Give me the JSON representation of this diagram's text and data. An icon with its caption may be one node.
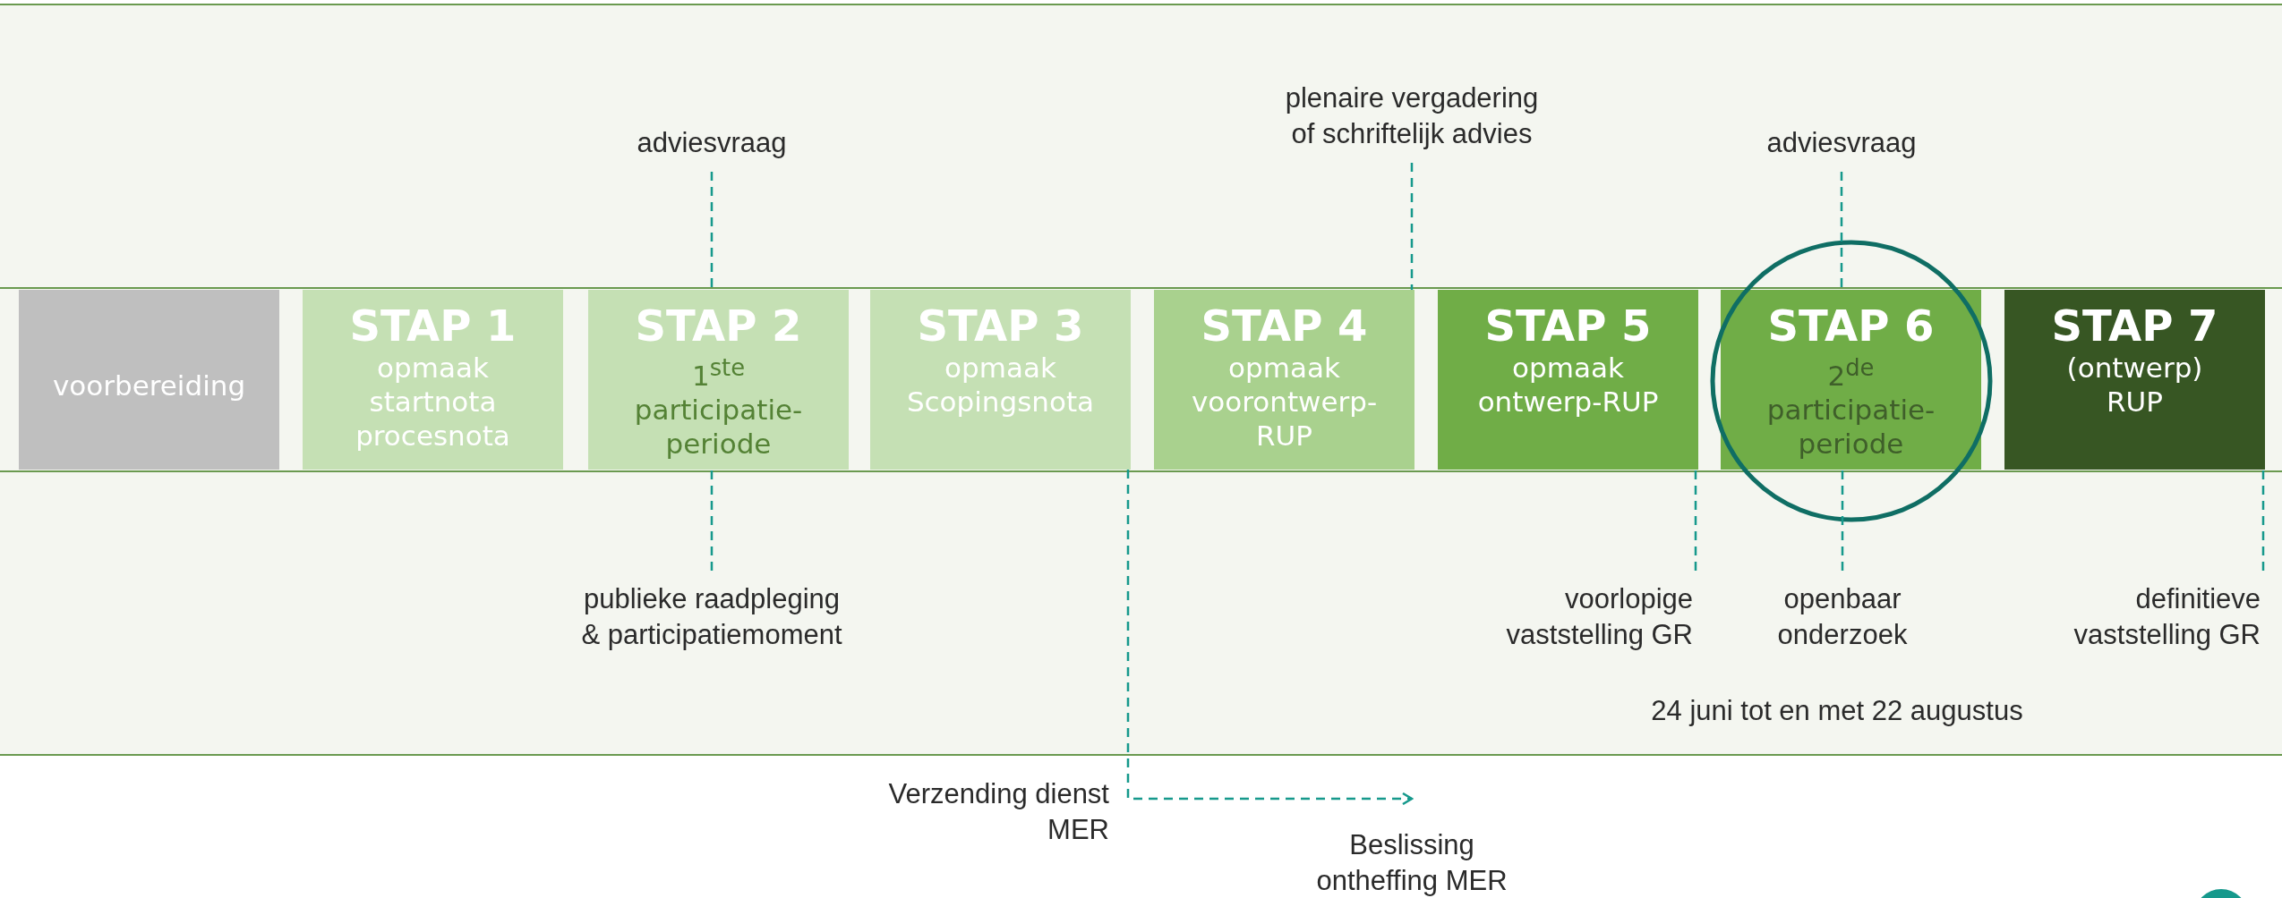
{
  "diagram": {
    "nodes": [
      {
        "text": [
          "voorbereiding"
        ]
      },
      {
        "text": [
          "STAP 1",
          "opmaak startnota procesnota"
        ]
      },
      {
        "text": [
          "STAP 2",
          "1$^{ste}$ participatie- periode"
        ]
      },
      {
        "text": [
          "STAP 3",
          "opmaak Scopingsnota"
        ]
      },
      {
        "text": [
          "STAP 4",
          "opmaak voorontwerp- RUP"
        ]
      },
      {
        "text": [
          "STAP 5",
          "opmaak ontwerp-RUP"
        ]
      },
      {
        "text": [
          "STAP 6",
          "2$^{de}$ participatie- periode"
        ]
      },
      {
        "text": [
          "STAP 7",
          "(ontwerp) RUP"
        ]
      },
      {
        "text": [
          "adviesvraag"
        ]
      },
      {
        "text": [
          "plenaire vergadering of schriftelijk advies"
        ]
      },
      {
        "text": [
          "adviesvraag"
        ]
      },
      {
        "text": [
          "publieke raadpleging & participatiemoment"
        ]
      },
      {
        "text": [
          "voorlopige vaststelling GR"
        ]
      },
      {
        "text": [
          "openbaar onderzoek"
        ]
      },
      {
        "text": [
          "definitieve vaststelling GR"
        ]
      },
      {
        "text": [
          "Beslissing ontheffing MER"
        ]
      }
    ],
    "edges": [
      {
        "from": 8,
        "to": 2,
        "arrow": "none",
        "style": "dashed"
      },
      {
        "from": 9,
        "to": 4,
        "arrow": "none",
        "style": "dashed"
      },
      {
        "from": 10,
        "to": 6,
        "arrow": "none",
        "style": "dashed"
      },
      {
        "from": 11,
        "to": 2,
        "arrow": "none",
        "style": "dashed"
      },
      {
        "from": 12,
        "to": 5,
        "arrow": "none",
        "style": "dashed"
      },
      {
        "from": 13,
        "to": 6,
        "arrow": "none",
        "style": "dashed"
      },
      {
        "from": 14,
        "to": 7,
        "arrow": "none",
        "style": "dashed"
      },
      {
        "from": 3,
        "to": 15,
        "arrow": "to",
        "style": "dashed"
      }
    ],
    "labels": [
      "Verzending dienst MER",
      "24 juni tot en met 22 augustus"
    ]
  }
}
